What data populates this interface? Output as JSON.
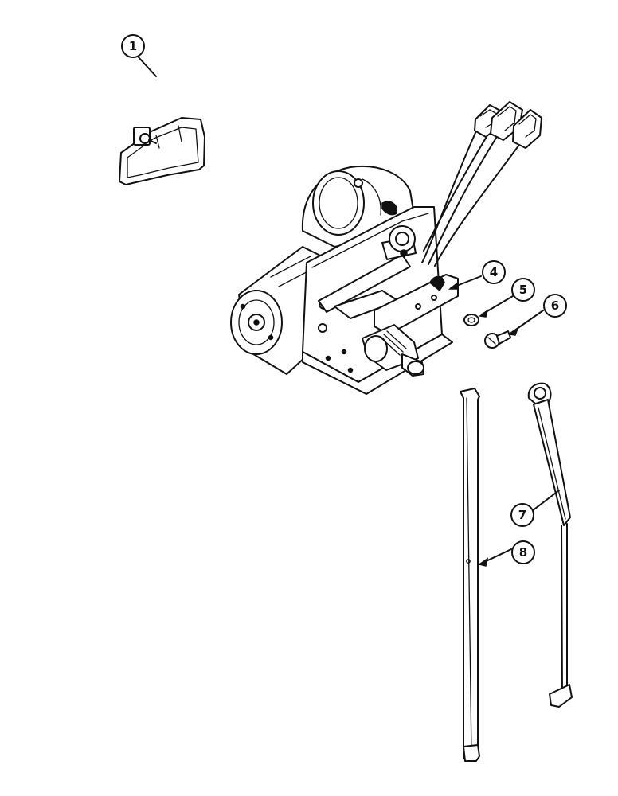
{
  "callouts": [
    {
      "id": "c1",
      "label": "1"
    },
    {
      "id": "c4",
      "label": "4"
    },
    {
      "id": "c5",
      "label": "5"
    },
    {
      "id": "c6",
      "label": "6"
    },
    {
      "id": "c7",
      "label": "7"
    },
    {
      "id": "c8",
      "label": "8"
    }
  ],
  "colors": {
    "ink": "#111111",
    "background": "#ffffff"
  }
}
